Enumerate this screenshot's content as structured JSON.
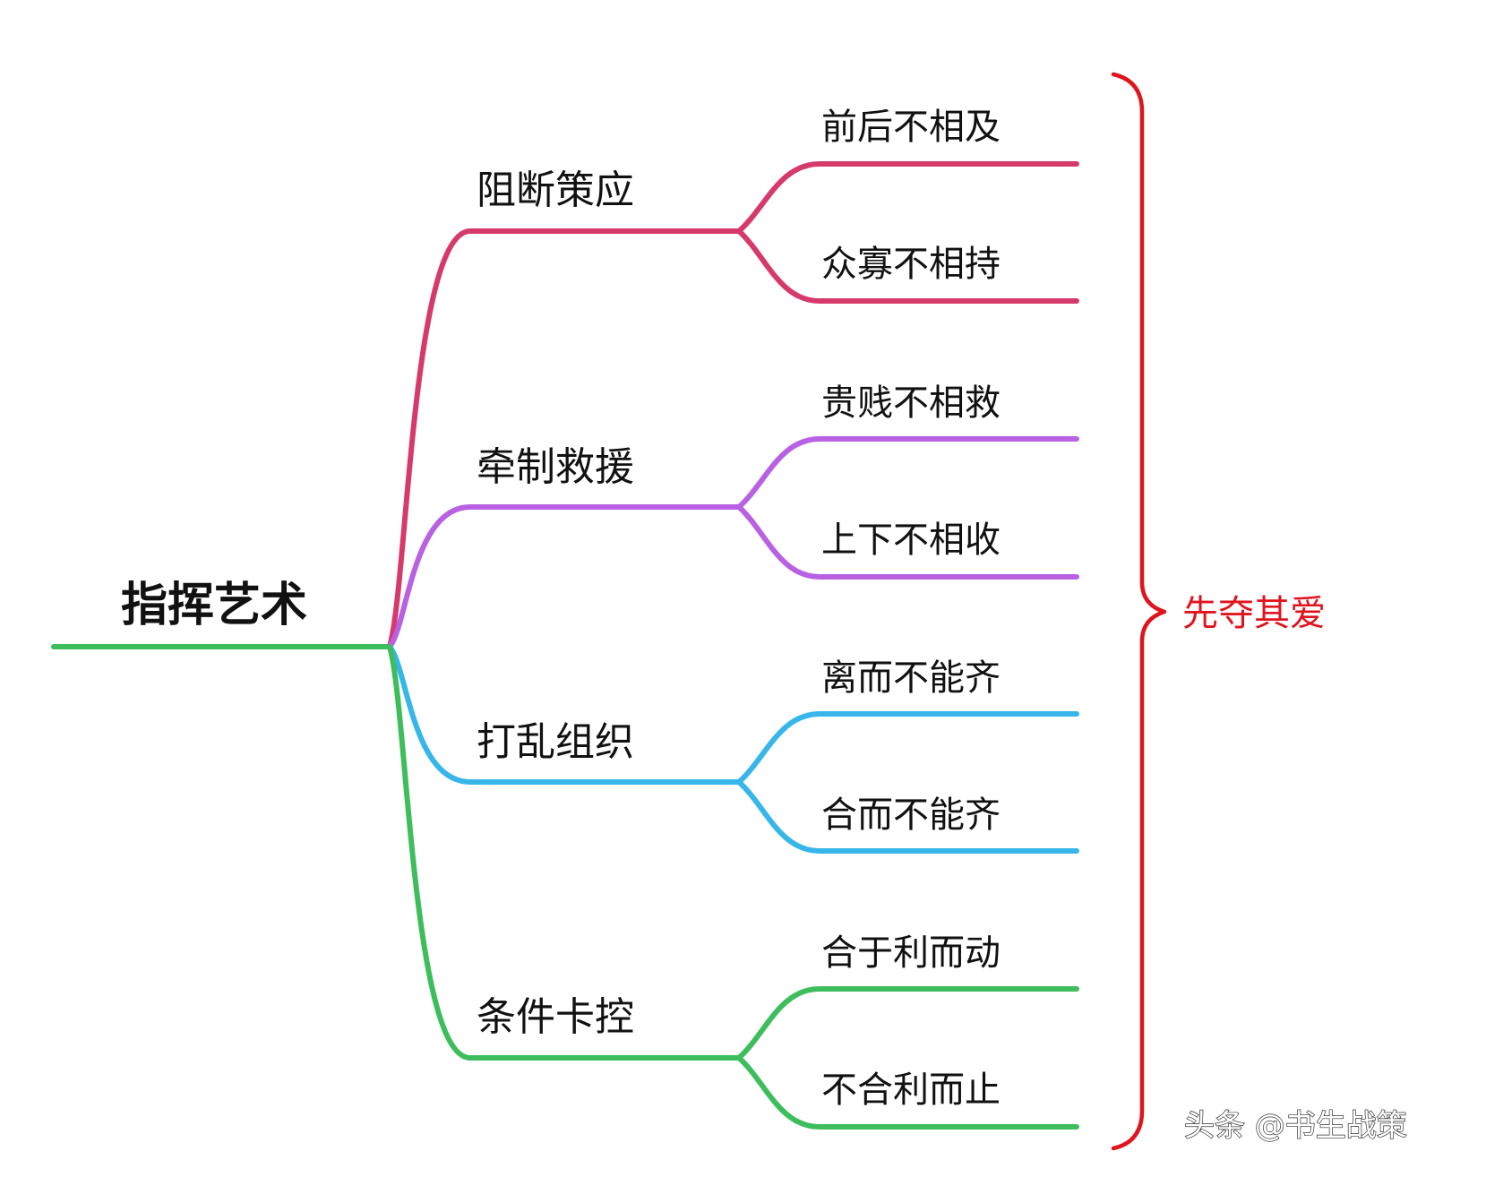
{
  "root": {
    "label": "指挥艺术",
    "color": "#3ebd5c"
  },
  "branches": [
    {
      "label": "阻断策应",
      "color": "#d63a6b",
      "leaves": [
        "前后不相及",
        "众寡不相持"
      ]
    },
    {
      "label": "牵制救援",
      "color": "#b861e3",
      "leaves": [
        "贵贱不相救",
        "上下不相收"
      ]
    },
    {
      "label": "打乱组织",
      "color": "#37b6ea",
      "leaves": [
        "离而不能齐",
        "合而不能齐"
      ]
    },
    {
      "label": "条件卡控",
      "color": "#3ebd5c",
      "leaves": [
        "合于利而动",
        "不合利而止"
      ]
    }
  ],
  "summary": {
    "label": "先夺其爱",
    "color": "#e0141e"
  },
  "watermark": "头条 @书生战策"
}
